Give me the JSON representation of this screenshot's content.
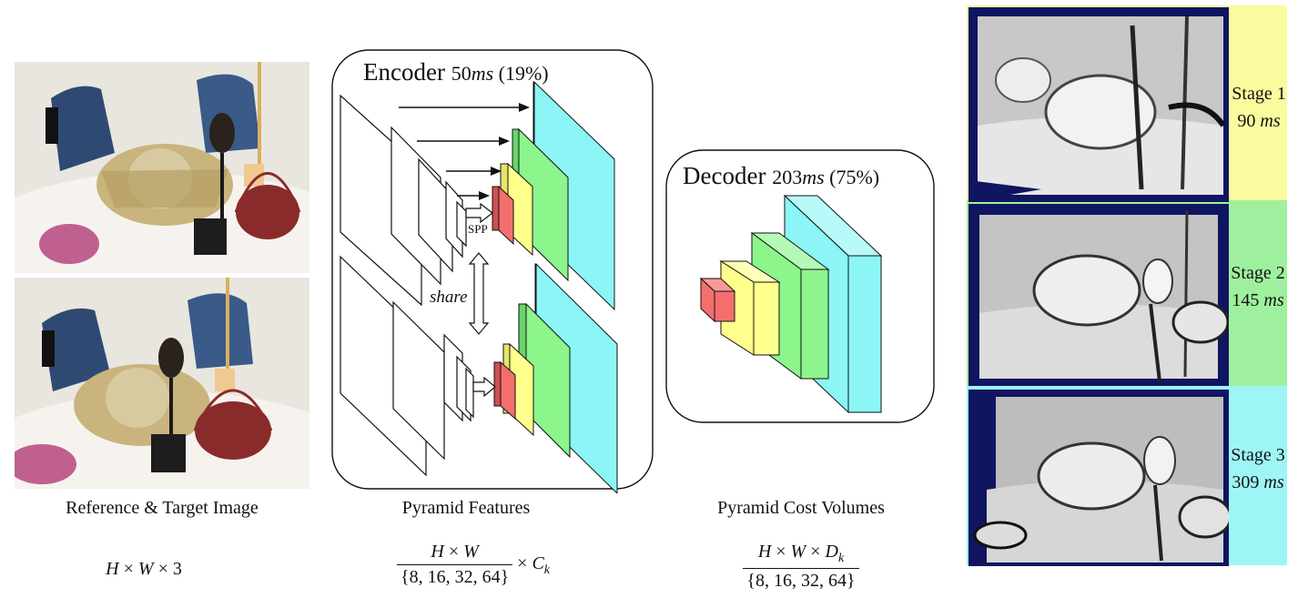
{
  "left_panel": {
    "caption": "Reference & Target Image",
    "formula": {
      "H": "H",
      "W": "W",
      "C": "3"
    }
  },
  "encoder": {
    "title": "Encoder",
    "time": "50",
    "unit": "ms",
    "percent": "(19%)",
    "spp_label": "SPP",
    "share_label": "share",
    "caption": "Pyramid Features",
    "formula": {
      "numerator_H": "H",
      "numerator_W": "W",
      "denominator": "{8, 16, 32, 64}",
      "C": "C",
      "k": "k"
    },
    "colors": {
      "red": "#f56e6e",
      "yellow": "#ffff8c",
      "green": "#8cf58c",
      "cyan": "#8cf5f5"
    }
  },
  "decoder": {
    "title": "Decoder",
    "time": "203",
    "unit": "ms",
    "percent": "(75%)",
    "caption": "Pyramid Cost Volumes",
    "formula": {
      "numerator_H": "H",
      "numerator_W": "W",
      "D": "D",
      "k": "k",
      "denominator": "{8, 16, 32, 64}"
    }
  },
  "stages": [
    {
      "name": "Stage 1",
      "time": "90",
      "unit": "ms",
      "color": "#fafa9e"
    },
    {
      "name": "Stage 2",
      "time": "145",
      "unit": "ms",
      "color": "#9ef09e"
    },
    {
      "name": "Stage 3",
      "time": "309",
      "unit": "ms",
      "color": "#9ef5f5"
    }
  ]
}
